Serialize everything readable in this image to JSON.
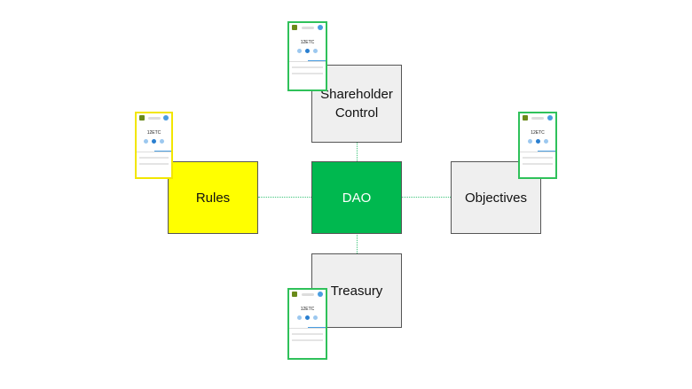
{
  "nodes": {
    "shareholder": {
      "line1": "Shareholder",
      "line2": "Control"
    },
    "dao": {
      "label": "DAO"
    },
    "rules": {
      "label": "Rules"
    },
    "objectives": {
      "label": "Objectives"
    },
    "treasury": {
      "label": "Treasury"
    }
  },
  "wallet": {
    "balance": "12ETC"
  },
  "colors": {
    "dao": "#00b84f",
    "rules": "#ffff00",
    "neutral": "#efefef",
    "connector": "#3cc47a",
    "wallet_green_border": "#2fc15a",
    "wallet_yellow_border": "#f2e600"
  }
}
